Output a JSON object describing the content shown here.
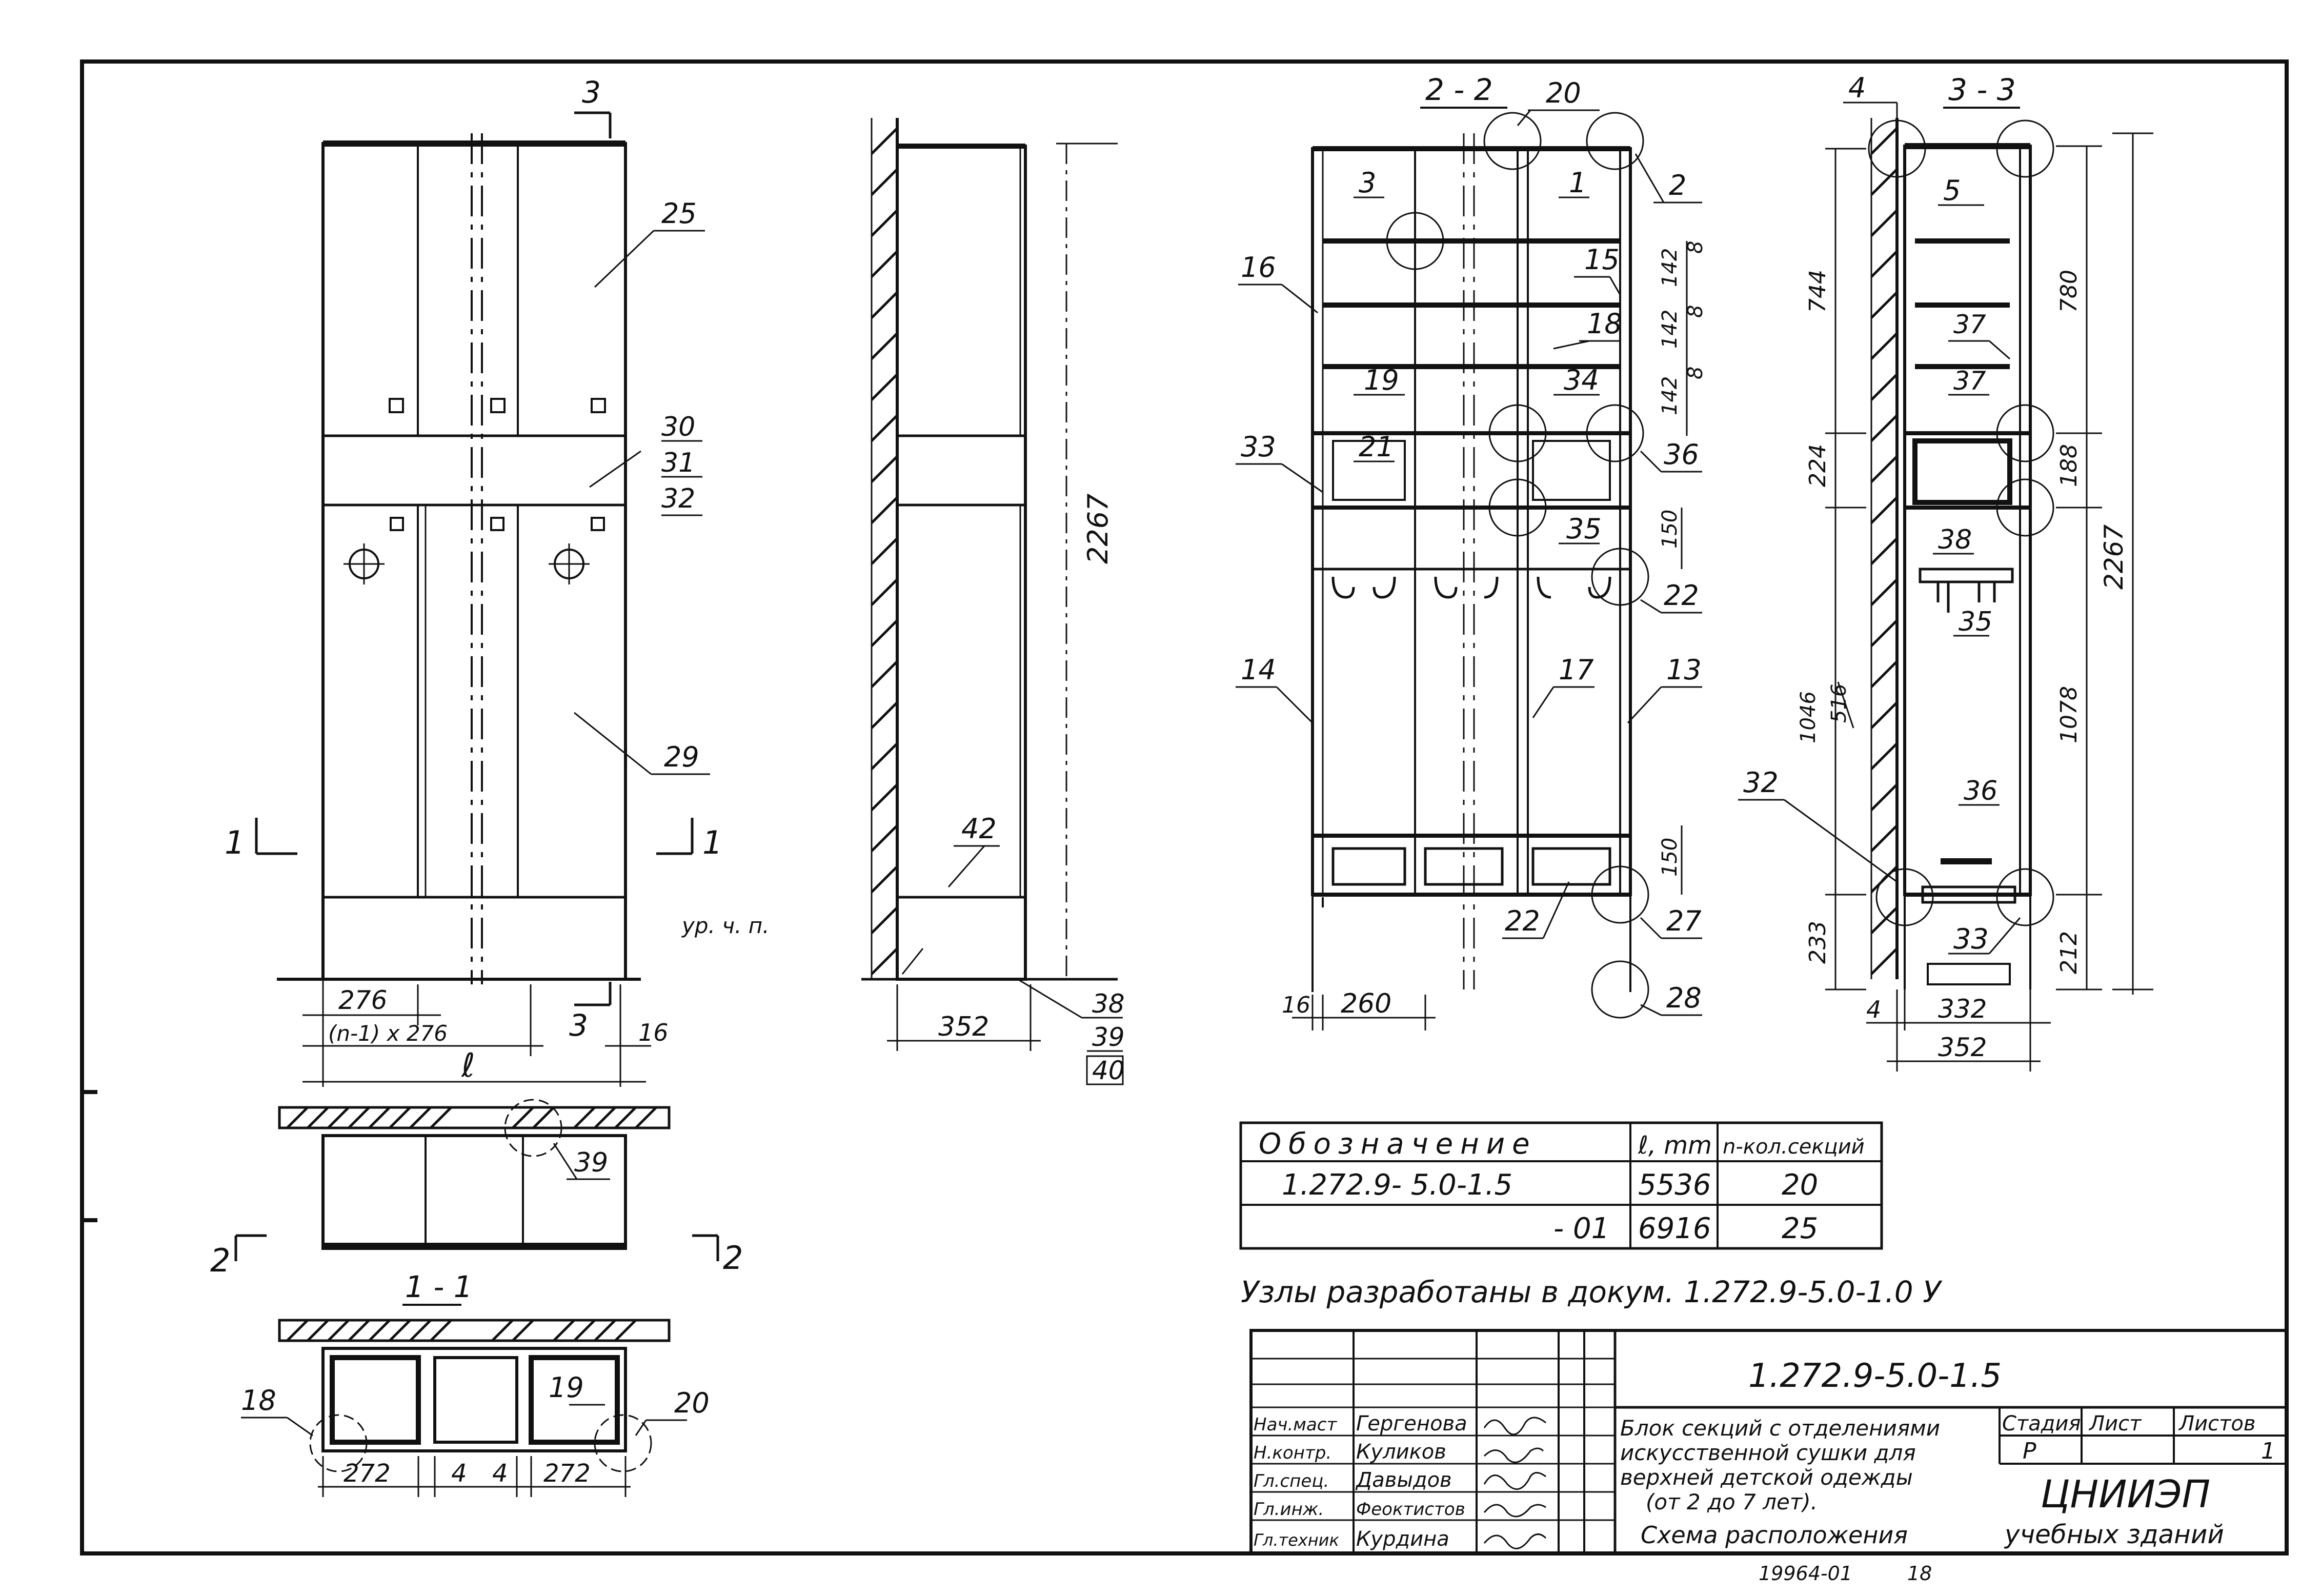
{
  "front_view": {
    "section_mark_top": "3",
    "section_mark_bottom": "3",
    "section_marks_side": [
      "1",
      "1"
    ],
    "callouts": [
      "25",
      "30",
      "31",
      "32",
      "29"
    ],
    "level_label": "ур. ч. п.",
    "dims": {
      "module": "276",
      "module_chain": "(n-1) x 276",
      "edge": "16",
      "total": "ℓ"
    }
  },
  "plan_view": {
    "callout": "39",
    "section_marks": [
      "2",
      "2"
    ]
  },
  "section_1_1": {
    "title": "1 - 1",
    "callouts": [
      "18",
      "19",
      "20"
    ],
    "dims": [
      "272",
      "4",
      "4",
      "272"
    ]
  },
  "side_view": {
    "callouts": [
      "42",
      "38",
      "39",
      "40"
    ],
    "dims": {
      "height": "2267",
      "depth": "352"
    }
  },
  "section_2_2": {
    "title": "2 - 2",
    "callouts": [
      "20",
      "2",
      "1",
      "3",
      "16",
      "15",
      "18",
      "19",
      "34",
      "33",
      "21",
      "36",
      "35",
      "22",
      "14",
      "17",
      "13",
      "22",
      "27",
      "28"
    ],
    "shelf_dims": [
      "142",
      "142",
      "142"
    ],
    "gap_dims": [
      "8",
      "8",
      "8"
    ],
    "dims": {
      "d150a": "150",
      "d150b": "150",
      "edge": "16",
      "width": "260"
    }
  },
  "section_3_3": {
    "title": "3 - 3",
    "callouts": [
      "4",
      "5",
      "37",
      "37",
      "38",
      "35",
      "36",
      "32",
      "33"
    ],
    "left_dims": [
      "744",
      "224",
      "1046",
      "516",
      "233"
    ],
    "right_dims": [
      "780",
      "188",
      "2267",
      "1078",
      "212"
    ],
    "bottom_dims": [
      "4",
      "332",
      "352"
    ]
  },
  "designation_table": {
    "headers": [
      "Обозначение",
      "ℓ, mm",
      "n-кол.секций"
    ],
    "rows": [
      [
        "1.272.9- 5.0-1.5",
        "5536",
        "20"
      ],
      [
        "- 01",
        "6916",
        "25"
      ]
    ]
  },
  "note": "Узлы разработаны в докум. 1.272.9-5.0-1.0 У",
  "title_block": {
    "doc_code": "1.272.9-5.0-1.5",
    "staff": [
      {
        "role": "Нач.маст",
        "name": "Гергенова"
      },
      {
        "role": "Н.контр.",
        "name": "Куликов"
      },
      {
        "role": "Гл.спец.",
        "name": "Давыдов"
      },
      {
        "role": "Гл.инж.",
        "name": "Феоктистов"
      },
      {
        "role": "Гл.техник",
        "name": "Курдина"
      }
    ],
    "description": [
      "Блок секций с отделениями",
      "искусственной сушки для",
      "верхней детской одежды",
      "(от 2 до 7 лет).",
      "Схема расположения"
    ],
    "stage_header": "Стадия",
    "sheet_header": "Лист",
    "sheets_header": "Листов",
    "stage": "Р",
    "sheets": "1",
    "organization": [
      "ЦНИИЭП",
      "учебных зданий"
    ]
  },
  "footer_code": "19964-01",
  "footer_page": "18"
}
